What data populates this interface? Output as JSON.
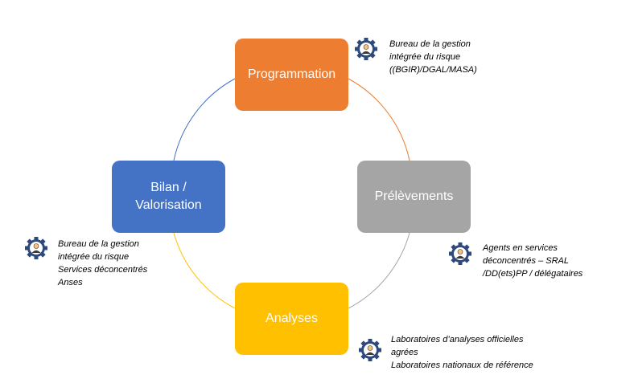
{
  "steps": {
    "programmation": {
      "label": "Programmation",
      "color": "#ED7D31"
    },
    "prelevements": {
      "label": "Prélèvements",
      "color": "#A5A5A5"
    },
    "analyses": {
      "label": "Analyses",
      "color": "#FFC000"
    },
    "bilan": {
      "label": "Bilan /\nValorisation",
      "color": "#4472C4"
    }
  },
  "notes": {
    "programmation": "Bureau de la gestion\nintégrée du risque\n((BGIR)/DGAL/MASA)",
    "prelevements": "Agents  en services\ndéconcentrés – SRAL\n/DD(ets)PP / délégataires",
    "analyses": "Laboratoires d’analyses officielles\nagrées\nLaboratoires nationaux de référence",
    "bilan": "Bureau de la gestion\nintégrée du risque\nServices déconcentrés\nAnses"
  },
  "icons": {
    "actor_icon": "gear-person-icon",
    "icon_color": "#2E4A7D"
  }
}
